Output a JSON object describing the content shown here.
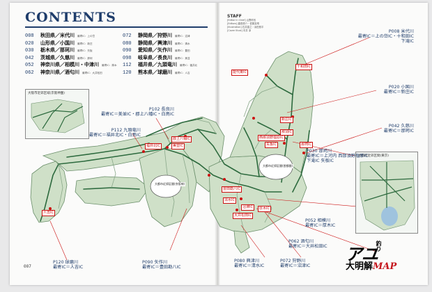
{
  "contents": {
    "title": "CONTENTS",
    "toc_left": [
      {
        "page": "008",
        "pref": "秋田県／米代川",
        "sub": "最寄IC：上の岱"
      },
      {
        "page": "020",
        "pref": "山形県／小国川",
        "sub": "最寄IC：新庄"
      },
      {
        "page": "030",
        "pref": "栃木県／那珂川",
        "sub": "最寄IC：矢板"
      },
      {
        "page": "042",
        "pref": "茨城県／久慈川",
        "sub": "最寄IC：那珂"
      },
      {
        "page": "052",
        "pref": "神奈川県／相模川・中津川",
        "sub": "最寄IC：厚木"
      },
      {
        "page": "062",
        "pref": "神奈川県／酒匂川",
        "sub": "最寄IC：大井松田"
      }
    ],
    "toc_right": [
      {
        "page": "072",
        "pref": "静岡県／狩野川",
        "sub": "最寄IC：沼津"
      },
      {
        "page": "080",
        "pref": "静岡県／興津川",
        "sub": "最寄IC：清水"
      },
      {
        "page": "090",
        "pref": "愛知県／矢作川",
        "sub": "最寄IC：豊田"
      },
      {
        "page": "098",
        "pref": "岐阜県／長良川",
        "sub": "最寄IC：美並"
      },
      {
        "page": "112",
        "pref": "福井県／九頭竜川",
        "sub": "最寄IC：福井北"
      },
      {
        "page": "120",
        "pref": "熊本県／球磨川",
        "sub": "最寄IC：人吉"
      }
    ]
  },
  "staff": {
    "heading": "STAFF",
    "lines": [
      "[Editor in Chief] 山野欣也",
      "[Editors] 森田悠介・佐藤友晴",
      "[Illustration] 石井直之・浜田悠平",
      "[Cover Illust] 中井 淳"
    ]
  },
  "map": {
    "inset_osaka_title": "大阪市近郊区域(京阪神圏)",
    "inset_tokyo_title": "大都市近郊区間(東京)",
    "urban_caption_west": "大都市近郊区間(京阪神)",
    "urban_caption_east": "大都市近郊区間(首都圏)",
    "callouts": [
      {
        "id": "p102",
        "lines": [
          "P102 長良川",
          "最寄IC＝美並IC・郡上八幡IC・白鳥IC"
        ]
      },
      {
        "id": "p112",
        "lines": [
          "P112 九頭竜川",
          "最寄IC＝福井北IC・白鳥IC"
        ]
      },
      {
        "id": "p120",
        "lines": [
          "P120 球磨川",
          "最寄IC＝人吉IC"
        ]
      },
      {
        "id": "p090",
        "lines": [
          "P090 矢作川",
          "最寄IC＝豊田勘八IC"
        ]
      },
      {
        "id": "p008",
        "lines": [
          "P008 米代川",
          "最寄IC＝上の岱IC・十和田IC",
          "下滝IC"
        ]
      },
      {
        "id": "p020",
        "lines": [
          "P020 小国川",
          "最寄IC＝新庄IC"
        ]
      },
      {
        "id": "p042",
        "lines": [
          "P042 久慈川",
          "最寄IC＝那珂IC"
        ]
      },
      {
        "id": "p030",
        "lines": [
          "P030 那珂川",
          "最寄IC＝上河内 西那須野塩原IC",
          "下滝IC 矢板IC"
        ]
      },
      {
        "id": "p052",
        "lines": [
          "P052 相模川",
          "最寄IC＝厚木IC"
        ]
      },
      {
        "id": "p062",
        "lines": [
          "P062 酒匂川",
          "最寄IC＝大井松田IC"
        ]
      },
      {
        "id": "p080",
        "lines": [
          "P080 興津川",
          "最寄IC＝清水IC"
        ]
      },
      {
        "id": "p072",
        "lines": [
          "P072 狩野川",
          "最寄IC＝沼津IC"
        ]
      }
    ],
    "ic_labels": [
      "能代東IC",
      "十和田IC",
      "新庄IC",
      "那須IC",
      "西那須野塩原IC",
      "矢板IC",
      "那珂IC",
      "郡上八幡IC",
      "福井北IC",
      "美並IC",
      "豊田勘八IC",
      "清水IC",
      "沼津IC",
      "大井松田IC",
      "厚木IC",
      "人吉IC"
    ]
  },
  "brand": {
    "ayu": "アユ",
    "tsuri": "釣り",
    "dai": "大明解",
    "map": "MAP"
  },
  "folio": "007",
  "colors": {
    "navy": "#1f3d6b",
    "ic_red": "#c11",
    "land": "#cfe0c8",
    "road": "#2d6a3e"
  }
}
